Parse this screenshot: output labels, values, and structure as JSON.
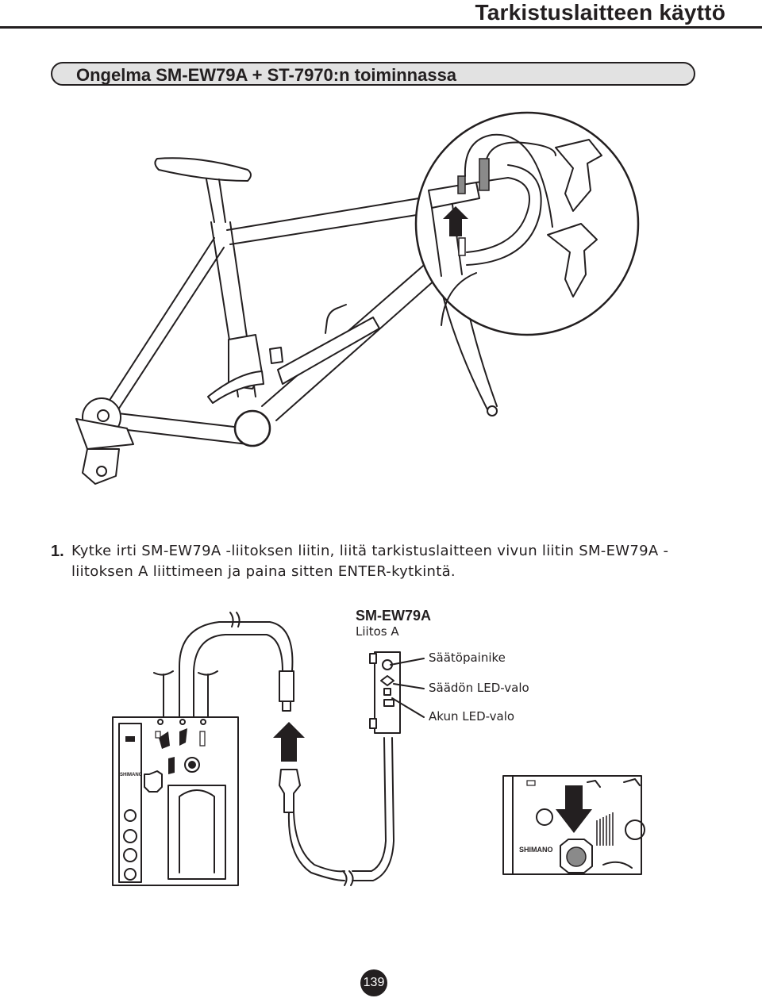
{
  "header": {
    "title": "Tarkistuslaitteen käyttö"
  },
  "section": {
    "title": "Ongelma SM-EW79A + ST-7970:n toiminnassa"
  },
  "step": {
    "number": "1.",
    "text": "Kytke irti SM-EW79A -liitoksen liitin, liitä tarkistuslaitteen vivun liitin SM-EW79A -liitoksen A liittimeen ja paina sitten ENTER-kytkintä."
  },
  "junction": {
    "model": "SM-EW79A",
    "name": "Liitos A",
    "callouts": [
      "Säätöpainike",
      "Säädön LED-valo",
      "Akun LED-valo"
    ]
  },
  "brand": "SHIMANO",
  "page": {
    "number": "139"
  },
  "colors": {
    "ink": "#231f20",
    "bar_fill": "#e2e2e2"
  }
}
